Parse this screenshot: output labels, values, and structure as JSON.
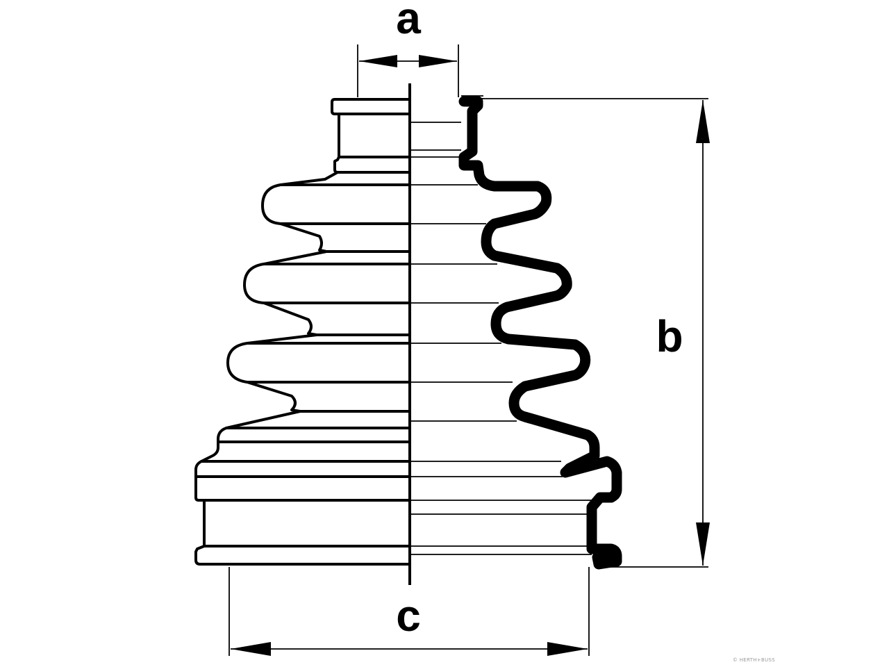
{
  "dimensions": {
    "a": "a",
    "b": "b",
    "c": "c"
  },
  "watermark": "© HERTH+BUSS",
  "colors": {
    "ink": "#000000",
    "paper": "#ffffff"
  }
}
